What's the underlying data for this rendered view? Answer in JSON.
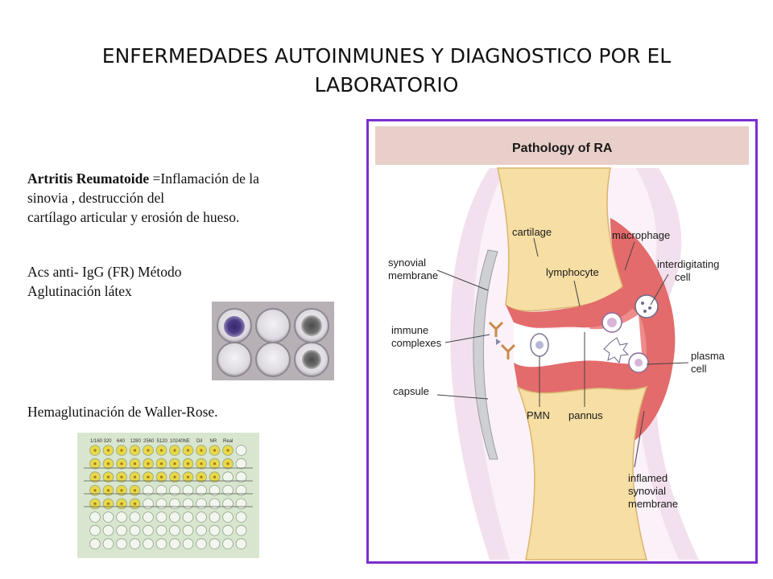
{
  "title": {
    "line1": "ENFERMEDADES AUTOINMUNES Y DIAGNOSTICO POR EL",
    "line2": "LABORATORIO"
  },
  "text": {
    "ra_bold": "Artritis Reumatoide",
    "ra_rest": " =Inflamación de la",
    "line2": "sinovia , destrucción del",
    "line3": "cartílago articular y erosión de hueso.",
    "acs_line1": "Acs anti- IgG (FR) Método",
    "acs_line2": "Aglutinación látex",
    "hemag": "Hemaglutinación de Waller-Rose."
  },
  "diagram": {
    "title": "Pathology of RA",
    "labels": {
      "cartilage": "cartilage",
      "macrophage": "macrophage",
      "synovial_1": "synovial",
      "synovial_2": "membrane",
      "lymphocyte": "lymphocyte",
      "interdig_1": "interdigitating",
      "interdig_2": "cell",
      "immune_1": "immune",
      "immune_2": "complexes",
      "plasma_1": "plasma",
      "plasma_2": "cell",
      "capsule": "capsule",
      "pmn": "PMN",
      "pannus": "pannus",
      "inflamed_1": "inflamed",
      "inflamed_2": "synovial",
      "inflamed_3": "membrane"
    }
  },
  "plate_header": [
    "1/160",
    "320",
    "640",
    "1280",
    "2560",
    "5120",
    "10240",
    "NE",
    "Dil",
    "NR",
    "Real"
  ],
  "colors": {
    "frame": "#7a2fd0",
    "bone": "#f6dea4",
    "synovium": "#e36b6b",
    "membrane": "#f0d8ec",
    "well_positive": "#e8d84a"
  }
}
